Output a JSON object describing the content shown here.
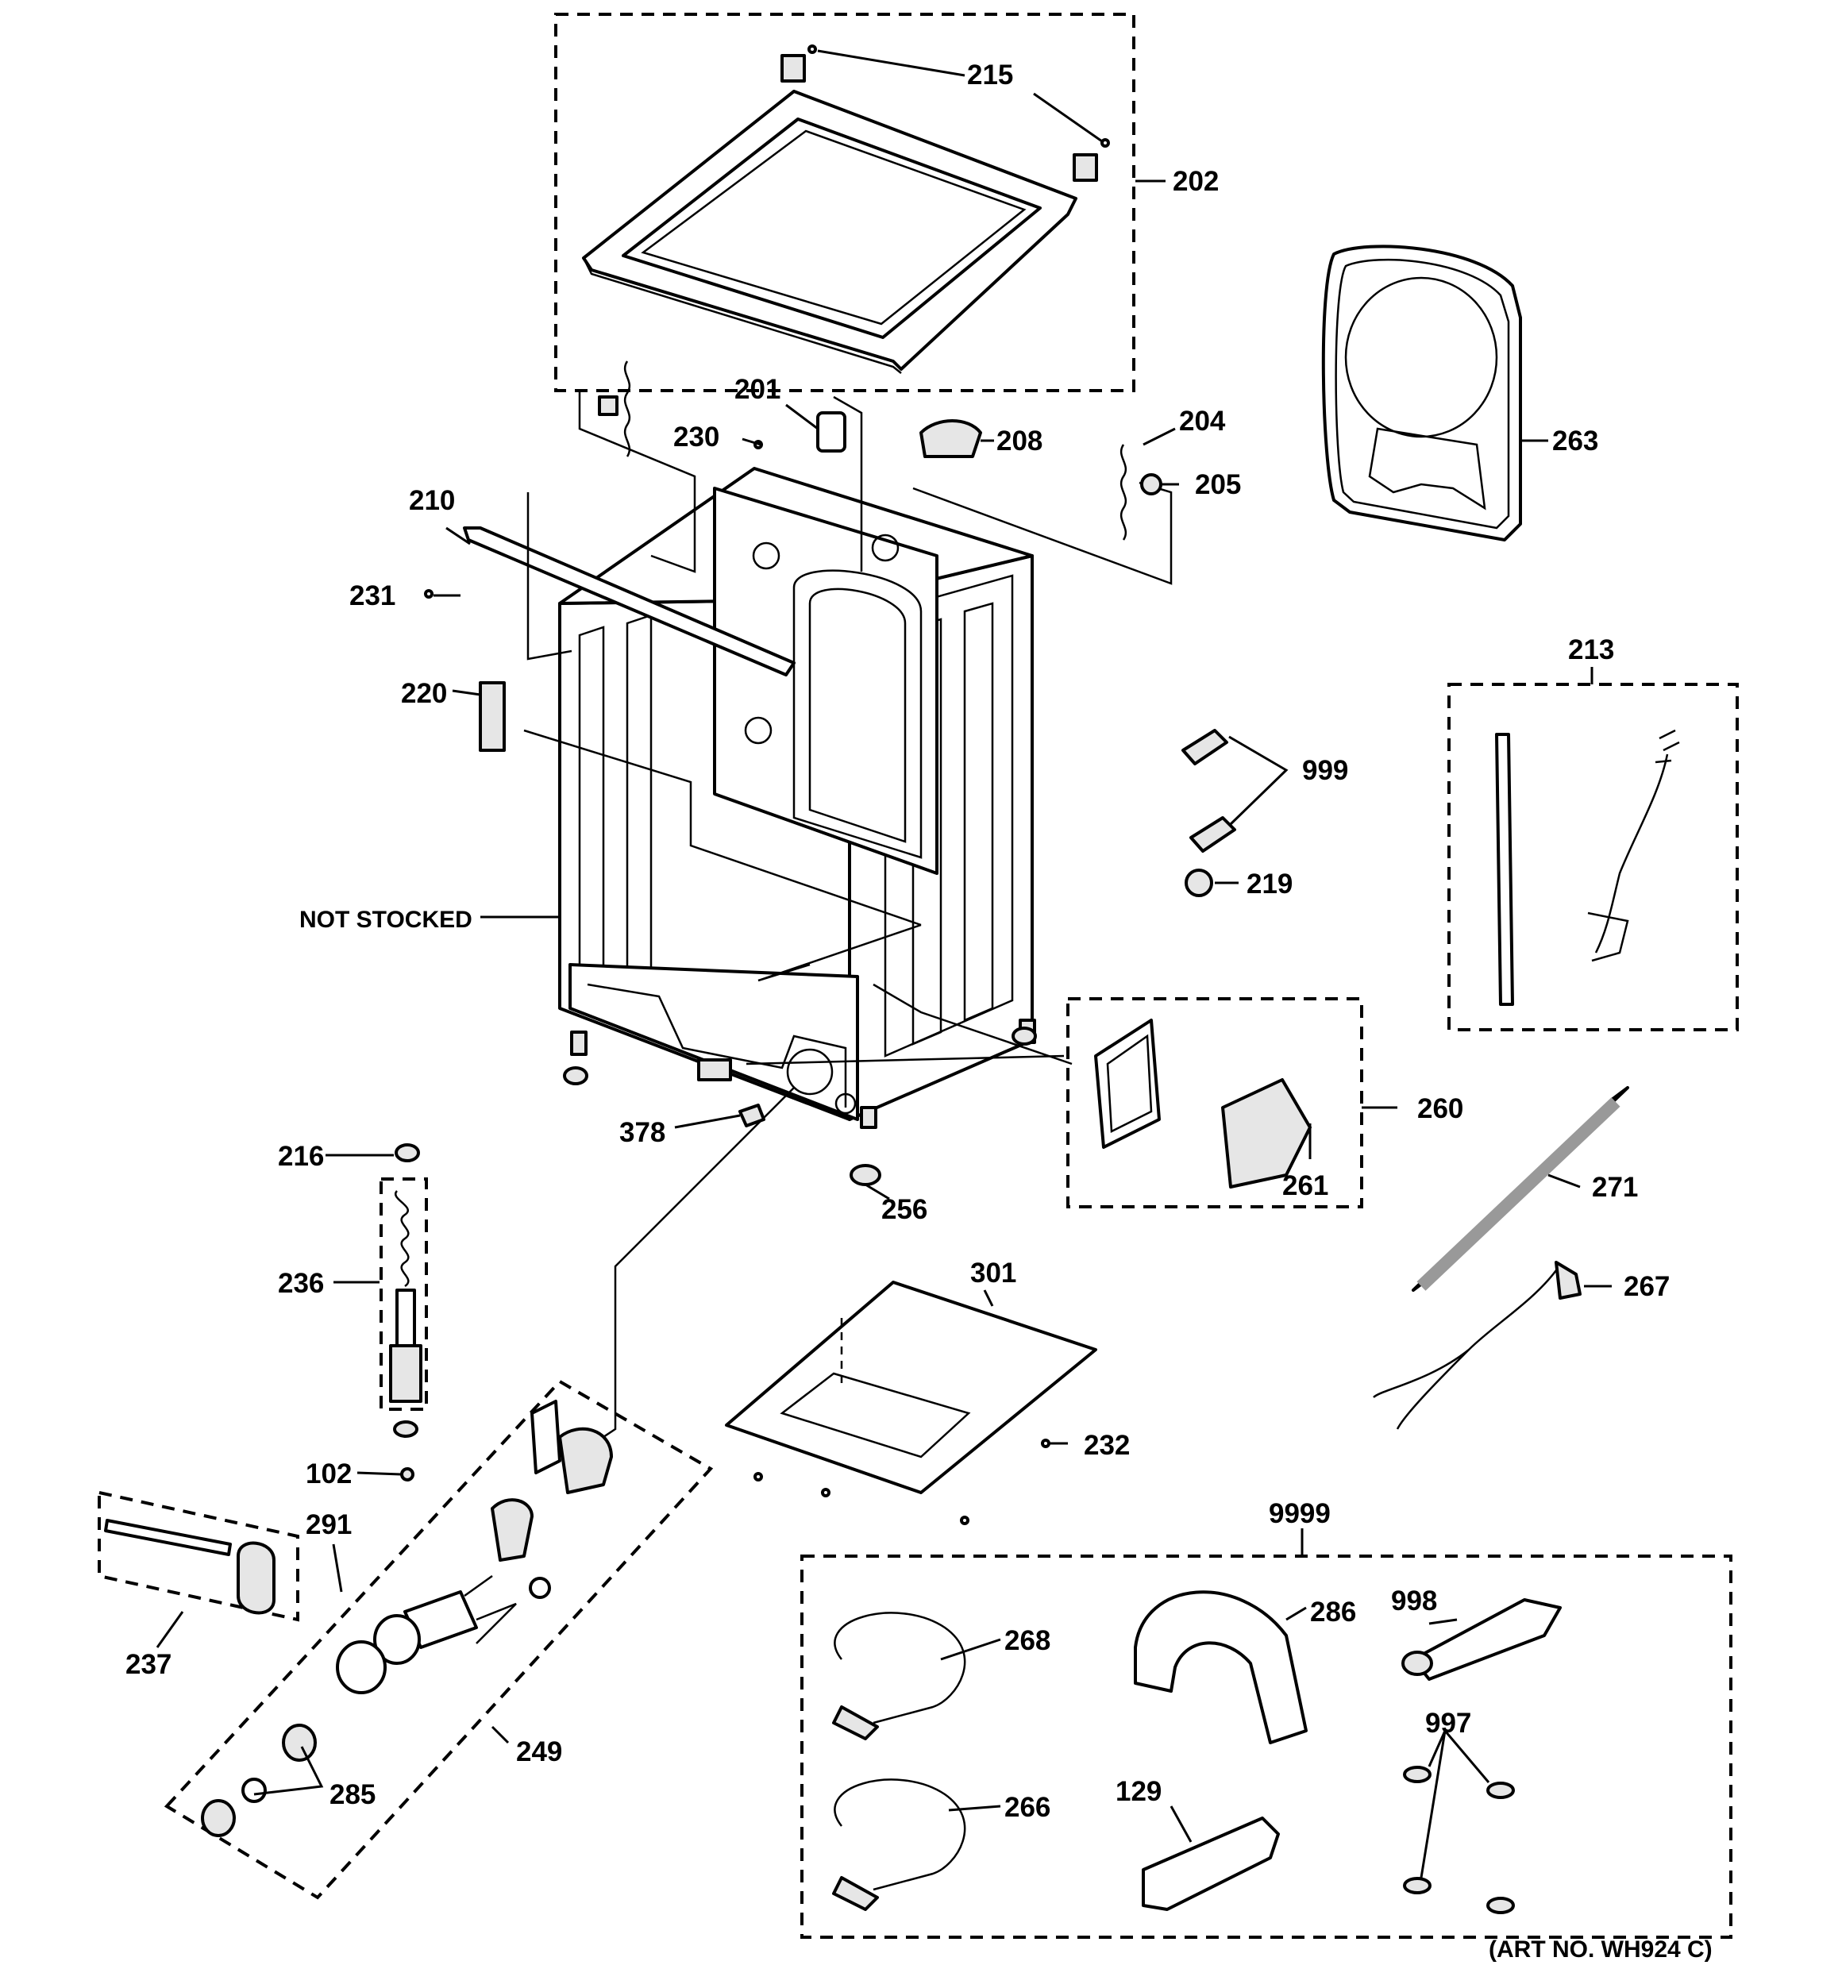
{
  "diagram": {
    "art_number": "(ART NO. WH924 C)",
    "not_stocked_label": "NOT STOCKED",
    "callouts": {
      "p215": "215",
      "p202": "202",
      "p201": "201",
      "p230": "230",
      "p208": "208",
      "p204": "204",
      "p205": "205",
      "p263": "263",
      "p210": "210",
      "p231": "231",
      "p220": "220",
      "p999": "999",
      "p219": "219",
      "p213": "213",
      "p260": "260",
      "p261": "261",
      "p378": "378",
      "p256": "256",
      "p216": "216",
      "p236": "236",
      "p271": "271",
      "p301": "301",
      "p267": "267",
      "p232": "232",
      "p102": "102",
      "p291": "291",
      "p237": "237",
      "p249": "249",
      "p285": "285",
      "p9999": "9999",
      "p268": "268",
      "p286": "286",
      "p998": "998",
      "p997": "997",
      "p266": "266",
      "p129": "129"
    }
  }
}
